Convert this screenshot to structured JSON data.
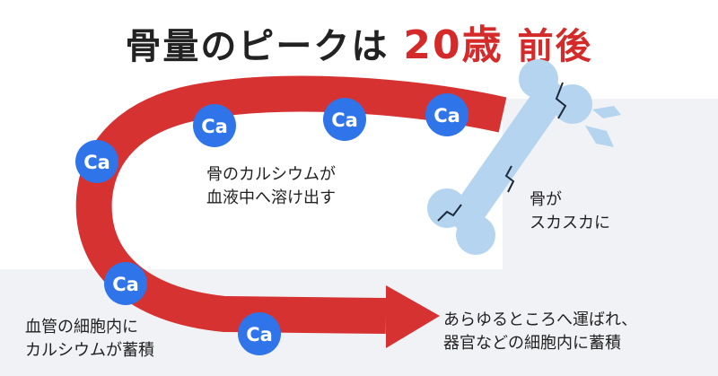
{
  "title": {
    "prefix": "骨量のピークは",
    "highlight": "20歳",
    "suffix": "前後"
  },
  "ca_label": "Ca",
  "labels": {
    "dissolve_line1": "骨のカルシウムが",
    "dissolve_line2": "血液中へ溶け出す",
    "bone_line1": "骨が",
    "bone_line2": "スカスカに",
    "blood_line1": "血管の細胞内に",
    "blood_line2": "カルシウムが蓄積",
    "organs_line1": "あらゆるところへ運ばれ、",
    "organs_line2": "器官などの細胞内に蓄積"
  },
  "colors": {
    "arrow": "#d63232",
    "ca_circle": "#2f74e8",
    "bone": "#b4d4f0",
    "bone_crack": "#1d2a3a",
    "accent_text": "#d42a2a",
    "bg_shade": "#f1f2f6"
  }
}
